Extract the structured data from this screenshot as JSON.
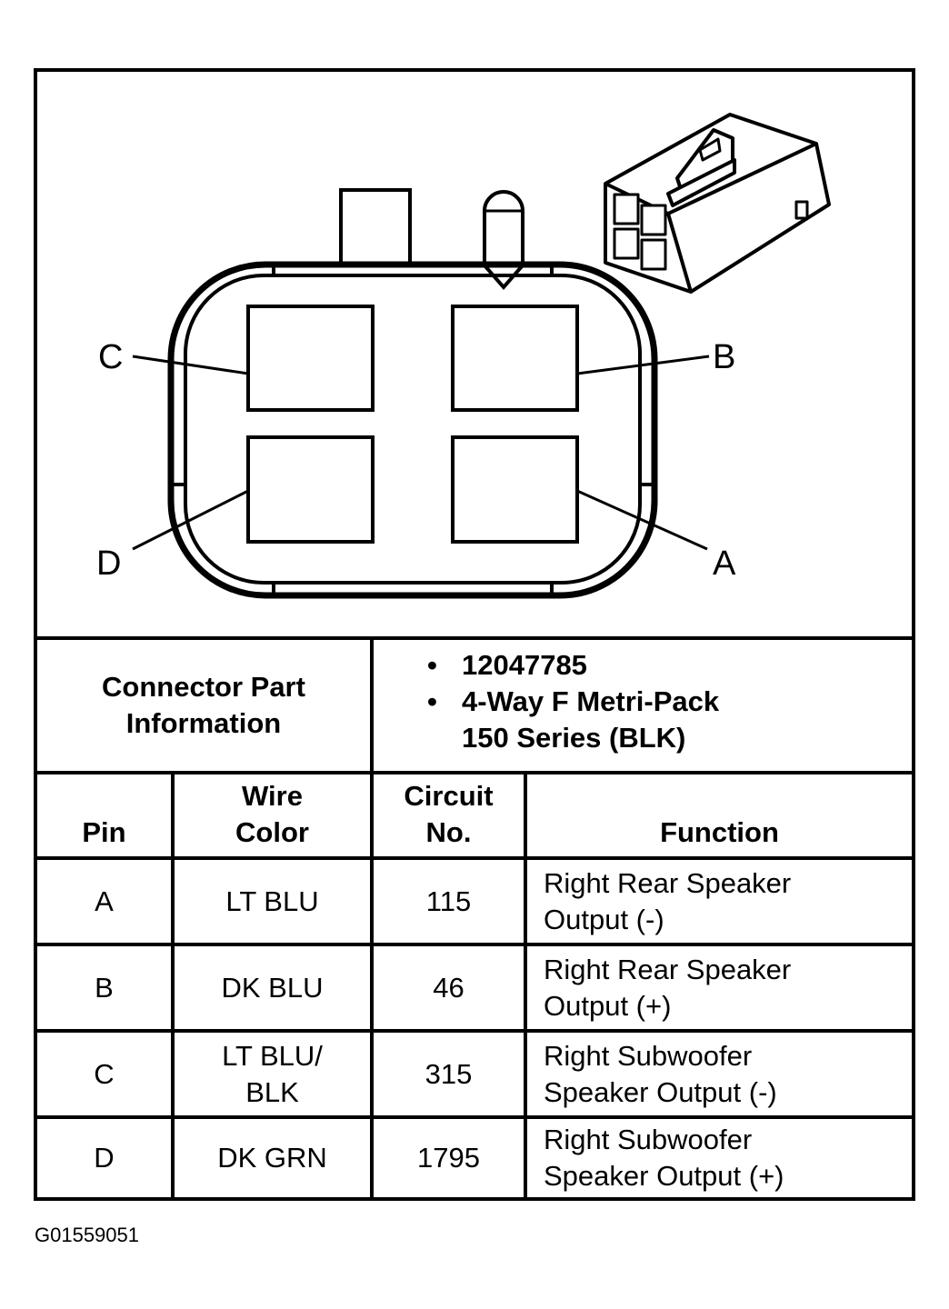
{
  "diagram": {
    "pins": {
      "A": "A",
      "B": "B",
      "C": "C",
      "D": "D"
    }
  },
  "part_info": {
    "label": "Connector Part\nInformation",
    "items": [
      "12047785",
      "4-Way F Metri-Pack\n150 Series (BLK)"
    ]
  },
  "table": {
    "headers": {
      "pin": "Pin",
      "wire_color": "Wire\nColor",
      "circuit": "Circuit\nNo.",
      "function": "Function"
    },
    "rows": [
      {
        "pin": "A",
        "wire_color": "LT BLU",
        "circuit": "115",
        "function": "Right Rear Speaker\nOutput (-)"
      },
      {
        "pin": "B",
        "wire_color": "DK BLU",
        "circuit": "46",
        "function": "Right Rear Speaker\nOutput (+)"
      },
      {
        "pin": "C",
        "wire_color": "LT BLU/\nBLK",
        "circuit": "315",
        "function": "Right Subwoofer\nSpeaker Output (-)"
      },
      {
        "pin": "D",
        "wire_color": "DK GRN",
        "circuit": "1795",
        "function": "Right Subwoofer\nSpeaker Output (+)"
      }
    ]
  },
  "figure_id": "G01559051"
}
